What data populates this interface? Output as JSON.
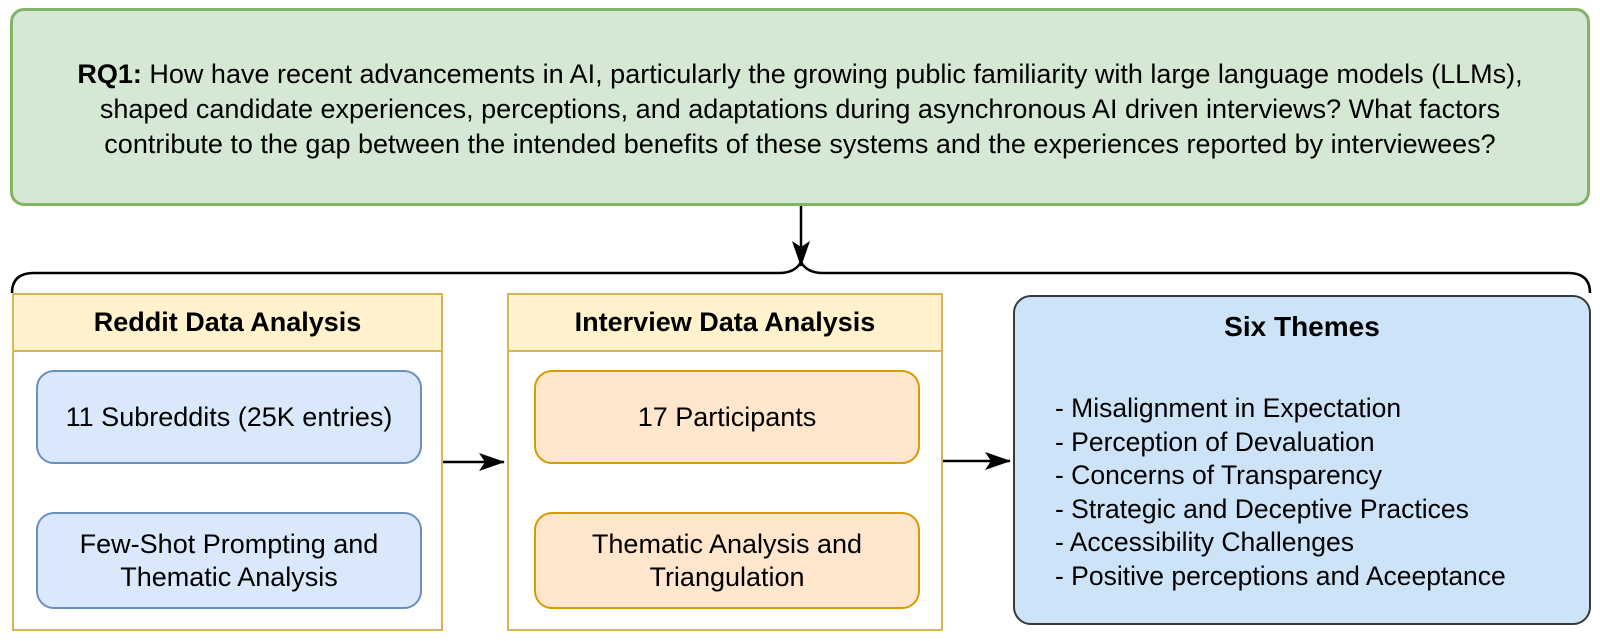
{
  "colors": {
    "rq_fill": "#d5e8d4",
    "rq_stroke": "#82b366",
    "header_fill": "#fff2cc",
    "header_stroke": "#d6b656",
    "blue_fill": "#dae8fc",
    "blue_stroke": "#6c8ebf",
    "orange_fill": "#ffe6cc",
    "orange_stroke": "#d79b00",
    "themes_fill": "#cde4f8",
    "themes_stroke": "#36393d",
    "connector": "#000000"
  },
  "rq_box": {
    "label": "RQ1:",
    "line1": "How have recent advancements in AI, particularly the growing public familiarity with large language models (LLMs),",
    "line2": "shaped candidate experiences, perceptions, and adaptations during asynchronous AI driven interviews? What factors",
    "line3": "contribute to the gap between the intended benefits of these systems and the experiences reported by interviewees?"
  },
  "columns": [
    {
      "title": "Reddit Data Analysis",
      "steps": [
        "11 Subreddits (25K entries)",
        "Few-Shot Prompting and Thematic Analysis"
      ]
    },
    {
      "title": "Interview Data Analysis",
      "steps": [
        "17 Participants",
        "Thematic Analysis and Triangulation"
      ]
    }
  ],
  "themes_box": {
    "title": "Six Themes",
    "items": [
      "- Misalignment in Expectation",
      "- Perception of Devaluation",
      "- Concerns of Transparency",
      "- Strategic and Deceptive Practices",
      "- Accessibility Challenges",
      "- Positive perceptions and Aceeptance"
    ]
  }
}
